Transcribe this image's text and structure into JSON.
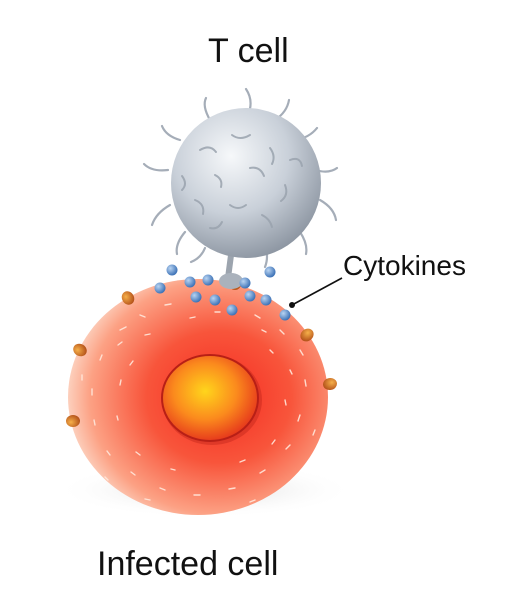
{
  "labels": {
    "t_cell": "T cell",
    "cytokines": "Cytokines",
    "infected_cell": "Infected cell"
  },
  "colors": {
    "t_cell_light": "#f2f5f8",
    "t_cell_mid": "#c4ccd6",
    "t_cell_dark": "#8e97a3",
    "cell_outer": "#fde3d4",
    "cell_mid": "#fb6a4e",
    "cell_center": "#f4231c",
    "nucleus_center": "#ffd21a",
    "nucleus_edge": "#e5321c",
    "cytokine_dot": "#5b8fce",
    "surface_protein": "#d9771f"
  }
}
